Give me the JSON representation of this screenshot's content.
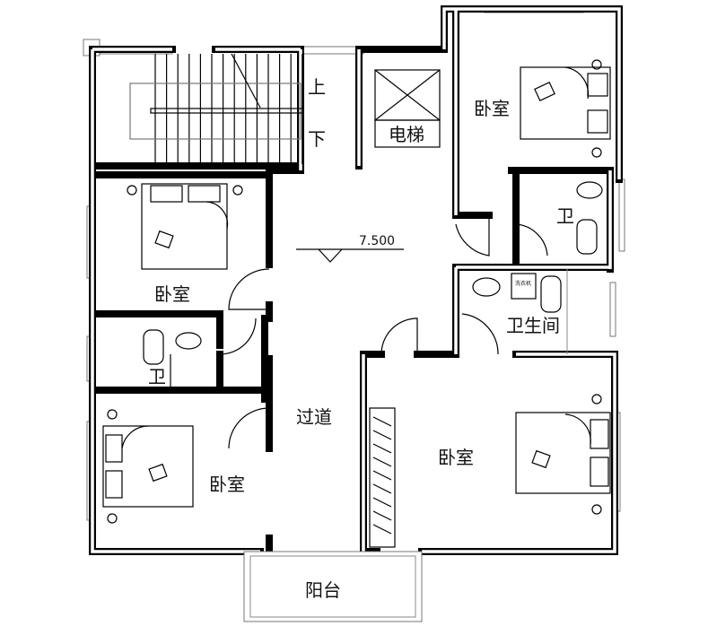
{
  "labels": {
    "stair_up": "上",
    "stair_down": "下",
    "elevator": "电梯",
    "bedroom_top_right": "卧室",
    "bedroom_left_top": "卧室",
    "bedroom_left_bottom": "卧室",
    "bedroom_bottom_right": "卧室",
    "bath_left": "卫",
    "bath_right": "卫",
    "bathroom": "卫生间",
    "corridor": "过道",
    "balcony": "阳台",
    "washing_machine": "洗衣机",
    "floor_level": "7.500"
  }
}
